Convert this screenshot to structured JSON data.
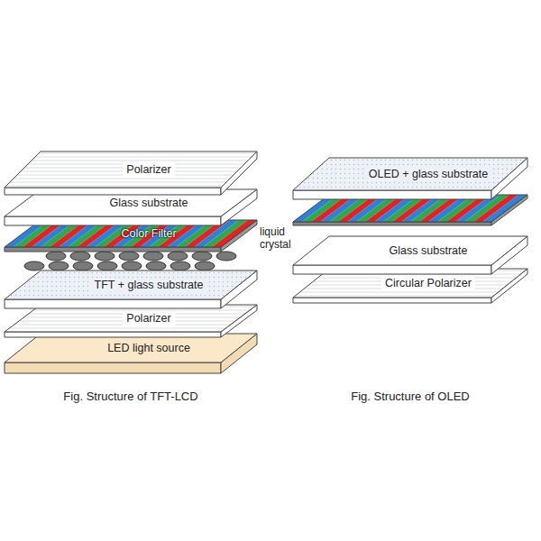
{
  "diagram": {
    "nodes": [
      {
        "text": [
          "Polarizer"
        ]
      },
      {
        "text": [
          "Glass substrate"
        ]
      },
      {
        "text": [
          "Color Filter"
        ]
      },
      {
        "text": [
          "TFT + glass substrate"
        ]
      },
      {
        "text": [
          "Polarizer"
        ]
      },
      {
        "text": [
          "LED light source"
        ]
      },
      {
        "text": [
          "OLED + glass substrate"
        ]
      },
      {
        "text": [
          "Glass substrate"
        ]
      },
      {
        "text": [
          "Circular Polarizer"
        ]
      }
    ],
    "labels": [
      "liquid crystal",
      "Fig. Structure of TFT-LCD",
      "Fig. Structure of OLED"
    ]
  }
}
